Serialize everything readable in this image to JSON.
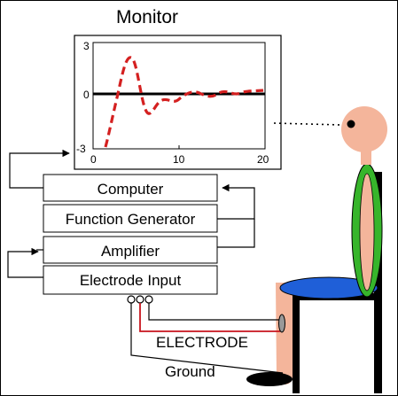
{
  "monitor": {
    "title": "Monitor",
    "plot": {
      "y_ticks": [
        "3",
        "0",
        "-3"
      ],
      "x_ticks": [
        "0",
        "10",
        "20"
      ]
    }
  },
  "blocks": {
    "computer": "Computer",
    "function_generator": "Function Generator",
    "amplifier": "Amplifier",
    "electrode_input": "Electrode Input"
  },
  "labels": {
    "electrode": "ELECTRODE",
    "ground": "Ground"
  },
  "colors": {
    "trace": "#d42020",
    "baseline": "#000000",
    "head": "#f4b59b",
    "torso": "#37b52b",
    "torso_inner": "#f4b59b",
    "seat": "#1f5fd8",
    "electrode_wire": "#c8141e",
    "leg": "#f4b59b"
  }
}
